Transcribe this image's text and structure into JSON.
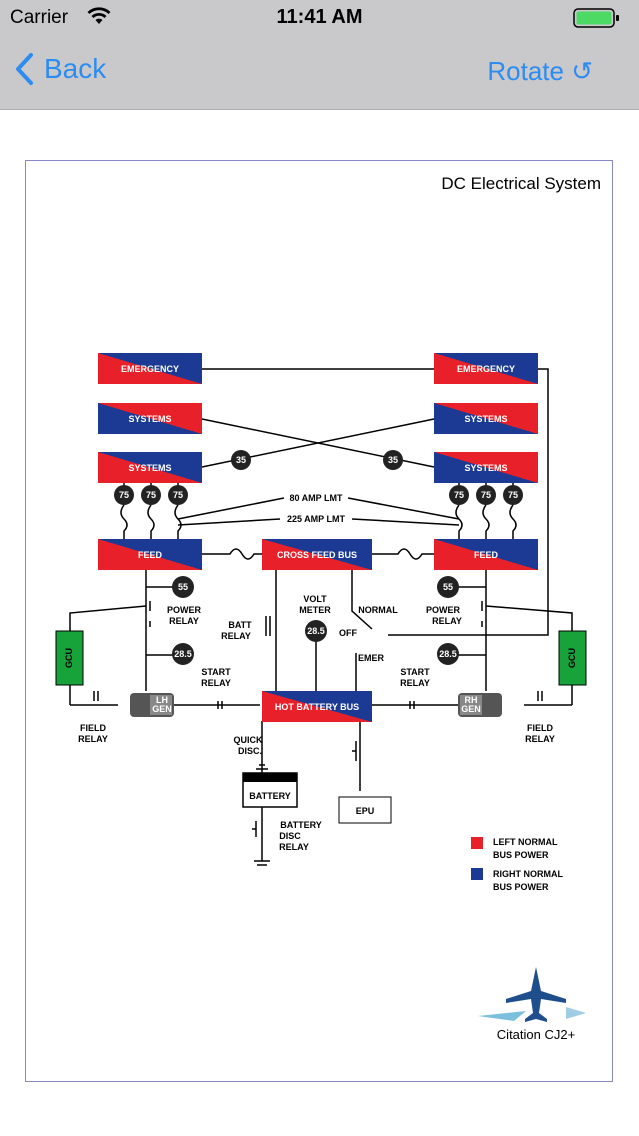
{
  "status_bar": {
    "carrier": "Carrier",
    "time": "11:41 AM"
  },
  "nav": {
    "back_label": "Back",
    "rotate_label": "Rotate ↺"
  },
  "diagram": {
    "title": "DC Electrical System",
    "buses": {
      "emergency_left": "EMERGENCY",
      "emergency_right": "EMERGENCY",
      "systems_left_top": "SYSTEMS",
      "systems_right_top": "SYSTEMS",
      "systems_left_bottom": "SYSTEMS",
      "systems_right_bottom": "SYSTEMS",
      "feed_left": "FEED",
      "feed_right": "FEED",
      "cross_feed": "CROSS FEED BUS",
      "hot_battery": "HOT BATTERY BUS"
    },
    "breakers": {
      "b35_left": "35",
      "b35_right": "35",
      "b75_1": "75",
      "b75_2": "75",
      "b75_3": "75",
      "b75_4": "75",
      "b75_5": "75",
      "b75_6": "75",
      "b55_left": "55",
      "b55_right": "55",
      "b285_left": "28.5",
      "b285_right": "28.5",
      "b285_volt": "28.5"
    },
    "labels": {
      "amp80": "80 AMP LMT",
      "amp225": "225 AMP LMT",
      "power_relay": [
        "POWER",
        "RELAY"
      ],
      "batt_relay": [
        "BATT",
        "RELAY"
      ],
      "volt_meter": [
        "VOLT",
        "METER"
      ],
      "normal": "NORMAL",
      "off": "OFF",
      "emer": "EMER",
      "start_relay": [
        "START",
        "RELAY"
      ],
      "field_relay": [
        "FIELD",
        "RELAY"
      ],
      "gcu": "GCU",
      "lh_gen": [
        "LH",
        "GEN"
      ],
      "rh_gen": [
        "RH",
        "GEN"
      ],
      "quick_disc": [
        "QUICK",
        "DISC."
      ],
      "battery": "BATTERY",
      "battery_disc_relay": [
        "BATTERY",
        "DISC",
        "RELAY"
      ],
      "epu": "EPU"
    },
    "legend": {
      "left": [
        "LEFT NORMAL",
        "BUS POWER"
      ],
      "right": [
        "RIGHT NORMAL",
        "BUS POWER"
      ]
    },
    "logo": {
      "text": "Citation CJ2+"
    },
    "colors": {
      "red": "#e8202a",
      "blue": "#1c3a94",
      "gcu_green": "#17a23a"
    }
  }
}
